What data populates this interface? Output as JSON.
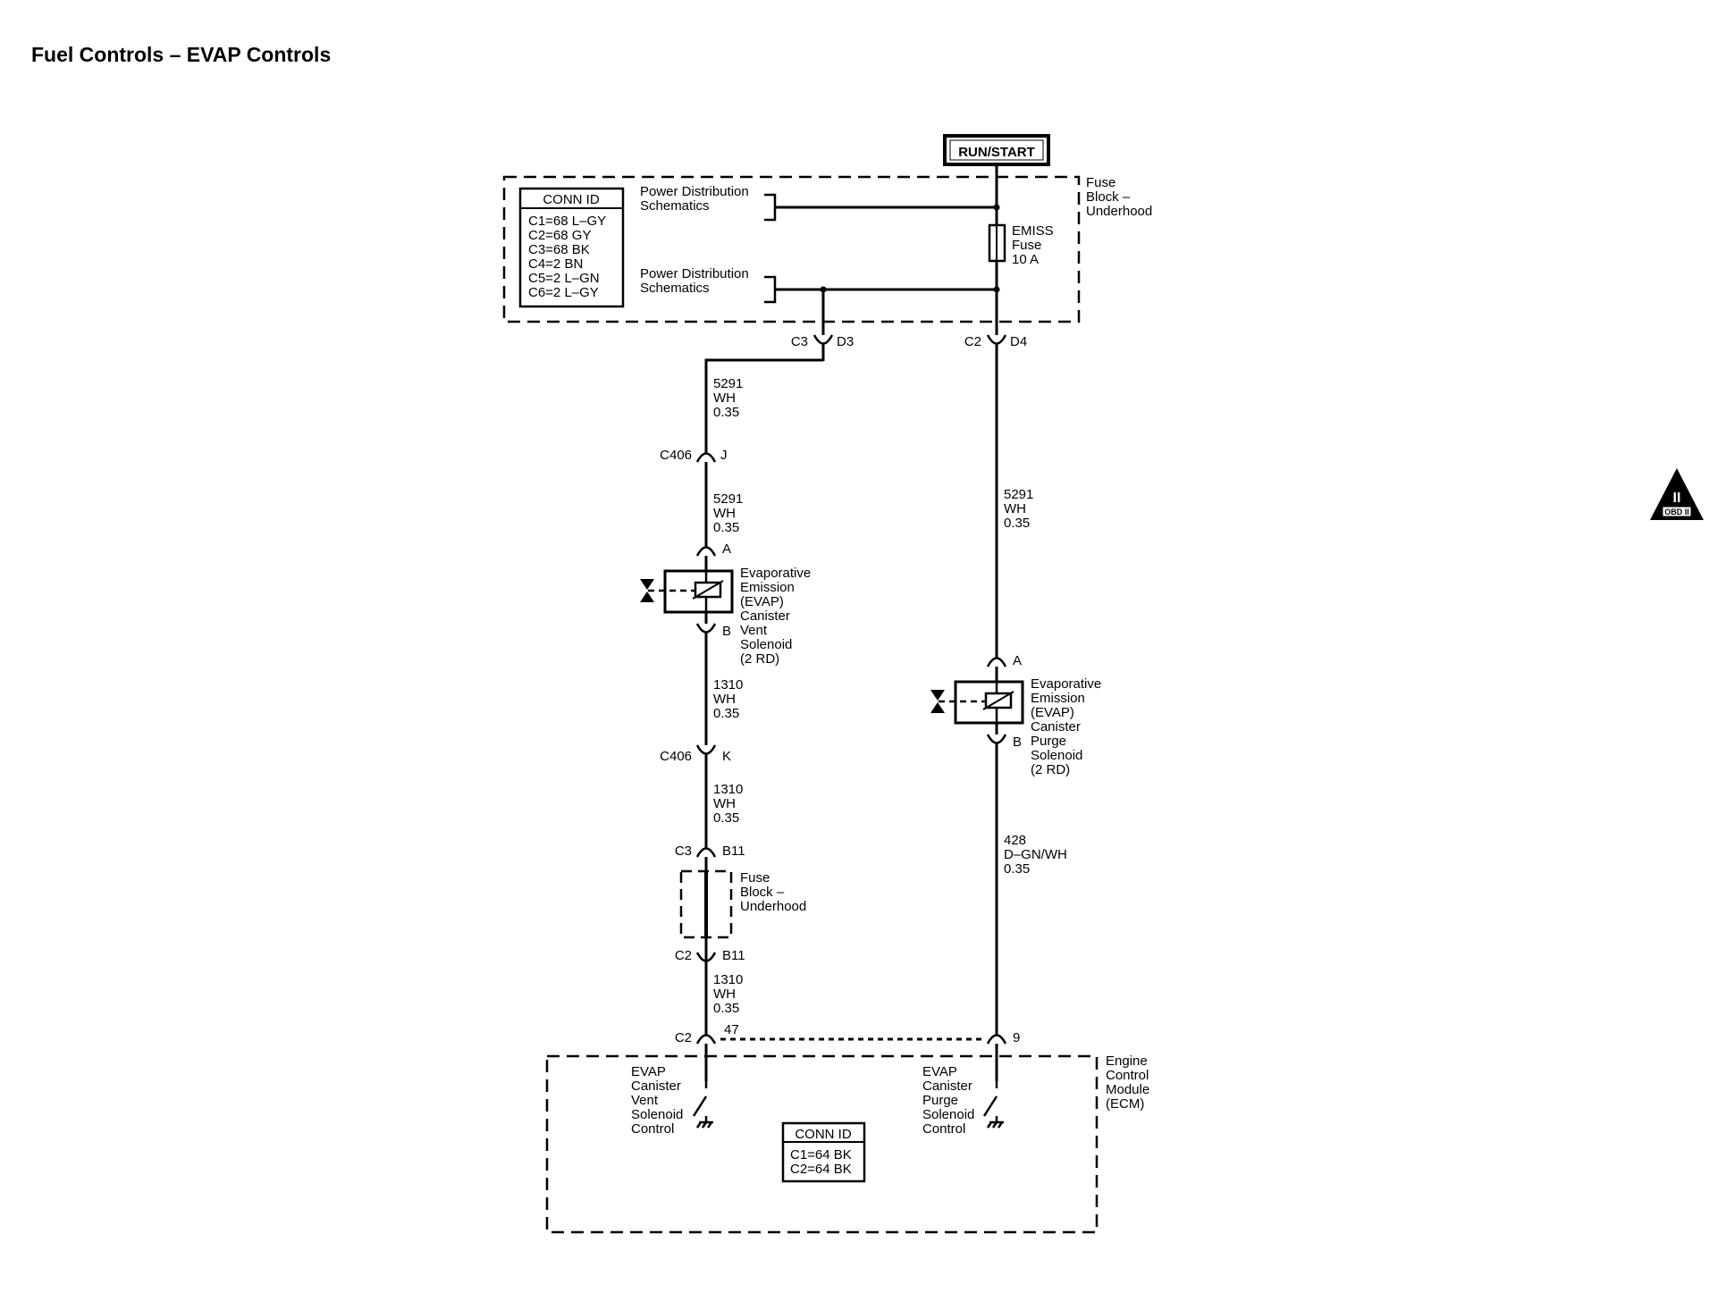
{
  "title": "Fuel Controls – EVAP Controls",
  "power_source": "RUN/START",
  "fuse_block": {
    "name": [
      "Fuse",
      "Block –",
      "Underhood"
    ],
    "conn_header": "CONN ID",
    "conn_ids": [
      "C1=68 L–GY",
      "C2=68 GY",
      "C3=68 BK",
      "C4=2 BN",
      "C5=2 L–GN",
      "C6=2 L–GY"
    ],
    "pds_1": [
      "Power Distribution",
      "Schematics"
    ],
    "pds_2": [
      "Power Distribution",
      "Schematics"
    ],
    "fuse": [
      "EMISS",
      "Fuse",
      "10 A"
    ]
  },
  "connectors": {
    "left_top": [
      "C3",
      "D3"
    ],
    "right_top": [
      "C2",
      "D4"
    ],
    "c406_j": [
      "C406",
      "J"
    ],
    "c406_k": [
      "C406",
      "K"
    ],
    "vent_a": "A",
    "vent_b": "B",
    "purge_a": "A",
    "purge_b": "B",
    "c3_b11": [
      "C3",
      "B11"
    ],
    "c2_b11": [
      "C2",
      "B11"
    ],
    "ecm_left": [
      "C2",
      "47"
    ],
    "ecm_right": "9"
  },
  "wires": {
    "w1": [
      "5291",
      "WH",
      "0.35"
    ],
    "w2": [
      "5291",
      "WH",
      "0.35"
    ],
    "w3": [
      "1310",
      "WH",
      "0.35"
    ],
    "w4": [
      "1310",
      "WH",
      "0.35"
    ],
    "w5": [
      "1310",
      "WH",
      "0.35"
    ],
    "w6": [
      "5291",
      "WH",
      "0.35"
    ],
    "w7": [
      "428",
      "D–GN/WH",
      "0.35"
    ]
  },
  "vent_solenoid": [
    "Evaporative",
    "Emission",
    "(EVAP)",
    "Canister",
    "Vent",
    "Solenoid",
    "(2 RD)"
  ],
  "purge_solenoid": [
    "Evaporative",
    "Emission",
    "(EVAP)",
    "Canister",
    "Purge",
    "Solenoid",
    "(2 RD)"
  ],
  "fuse_block_2": [
    "Fuse",
    "Block –",
    "Underhood"
  ],
  "ecm": {
    "name": [
      "Engine",
      "Control",
      "Module",
      "(ECM)"
    ],
    "vent_ctrl": [
      "EVAP",
      "Canister",
      "Vent",
      "Solenoid",
      "Control"
    ],
    "purge_ctrl": [
      "EVAP",
      "Canister",
      "Purge",
      "Solenoid",
      "Control"
    ],
    "conn_header": "CONN ID",
    "conn_ids": [
      "C1=64 BK",
      "C2=64 BK"
    ]
  },
  "obd_badge": [
    "II",
    "OBD II"
  ]
}
